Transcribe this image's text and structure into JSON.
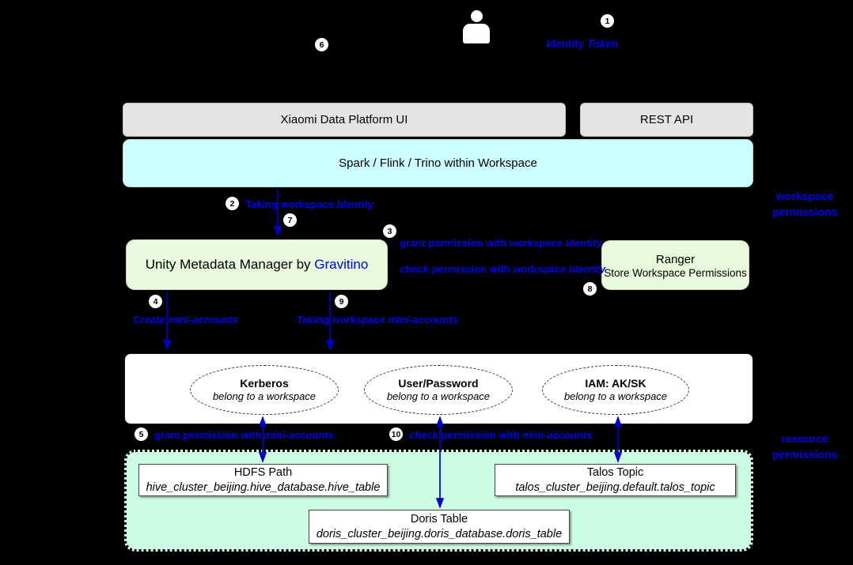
{
  "colors": {
    "background": "#000000",
    "label_blue": "#0000ee",
    "arrow_blue": "#0000cc",
    "box_gray": "#e4e4e4",
    "box_cyan": "#ccffff",
    "box_green": "#e9f9dc",
    "container_mint": "#ccfce3"
  },
  "icons": {
    "user": "person-silhouette"
  },
  "nodes": {
    "platform_ui": {
      "label": "Xiaomi Data Platform UI"
    },
    "rest_api": {
      "label": "REST API"
    },
    "engines": {
      "label": "Spark / Flink / Trino  within Workspace"
    },
    "unity": {
      "prefix": "Unity Metadata Manager by ",
      "link": "Gravitino"
    },
    "ranger": {
      "title": "Ranger",
      "subtitle": "Store Workspace Permissions"
    },
    "kerberos": {
      "title": "Kerberos",
      "subtitle": "belong to a workspace"
    },
    "user_password": {
      "title": "User/Password",
      "subtitle": "belong to a workspace"
    },
    "iam": {
      "title": "IAM: AK/SK",
      "subtitle": "belong to a workspace"
    },
    "hdfs": {
      "title": "HDFS Path",
      "subtitle": "hive_cluster_beijing.hive_database.hive_table"
    },
    "talos": {
      "title": "Talos Topic",
      "subtitle": "talos_cluster_beijing.default.talos_topic"
    },
    "doris": {
      "title": "Doris Table",
      "subtitle": "doris_cluster_beijing.doris_database.doris_table"
    }
  },
  "badges": {
    "b1": "1",
    "b2": "2",
    "b3": "3",
    "b4": "4",
    "b5": "5",
    "b6": "6",
    "b7": "7",
    "b8": "8",
    "b9": "9",
    "b10": "10"
  },
  "labels": {
    "identity_token": {
      "prefix": "Identity ",
      "italic": "Token"
    },
    "taking_workspace_identity": {
      "prefix": "Taking workspace ",
      "italic": "Identity"
    },
    "grant_workspace": {
      "prefix": "grant permission with workspace ",
      "italic": "Identity"
    },
    "check_workspace": {
      "prefix": "check permission with workspace ",
      "italic": "Identity"
    },
    "create_mini": {
      "prefix": "Create ",
      "italic": "mini-accounts"
    },
    "taking_mini": {
      "prefix": "Taking workspace ",
      "italic": "mini-accounts"
    },
    "grant_mini": {
      "prefix": "grant permission with ",
      "italic": "mini-accounts"
    },
    "check_mini": {
      "prefix": "check permission with ",
      "italic": "mini-accounts"
    },
    "workspace_permissions": {
      "line1": "workspace",
      "line2": "permissions"
    },
    "resource_permissions": {
      "line1": "resource",
      "line2": "permissions"
    }
  }
}
